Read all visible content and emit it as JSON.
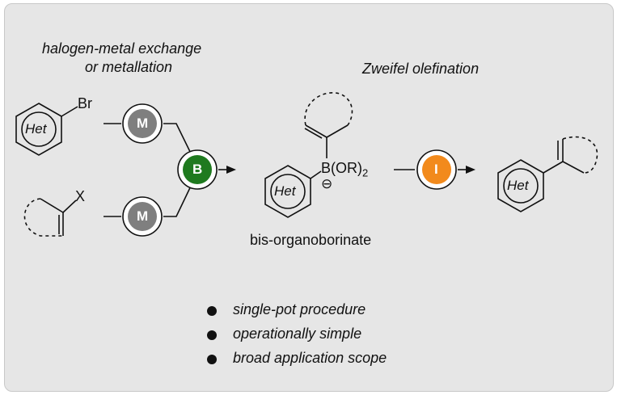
{
  "headings": {
    "exchange_line1": "halogen-metal exchange",
    "exchange_line2": "or metallation",
    "zweifel": "Zweifel olefination"
  },
  "labels": {
    "het": "Het",
    "bromo": "Br",
    "halide": "X",
    "borinate_b": "B(OR)",
    "borinate_sub": "2",
    "minus": "⊖",
    "bis": "bis-organoborinate"
  },
  "nodes": {
    "metal": "M",
    "boron": "B",
    "iodine": "I"
  },
  "colors": {
    "metal": "#7f7f7f",
    "boron": "#1f7a1f",
    "iodine": "#f28a1c"
  },
  "bullets": [
    "single-pot procedure",
    "operationally simple",
    "broad application scope"
  ]
}
